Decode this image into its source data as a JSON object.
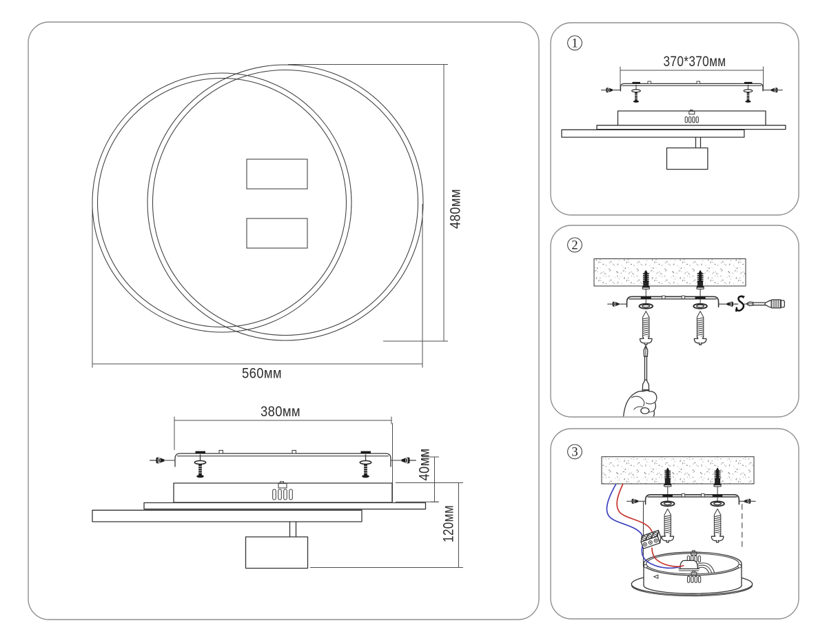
{
  "colors": {
    "wire_red": "#c5342e",
    "wire_blue": "#3c40bd"
  },
  "overview": {
    "top_view": {
      "width_label": "560мм",
      "height_label": "480мм"
    },
    "side_view": {
      "bracket_width_label": "380мм",
      "bracket_height_label": "40мм",
      "fixture_height_label": "120мм"
    }
  },
  "steps": [
    {
      "number": "1",
      "bracket_dimension_label": "370*370мм"
    },
    {
      "number": "2"
    },
    {
      "number": "3"
    }
  ]
}
